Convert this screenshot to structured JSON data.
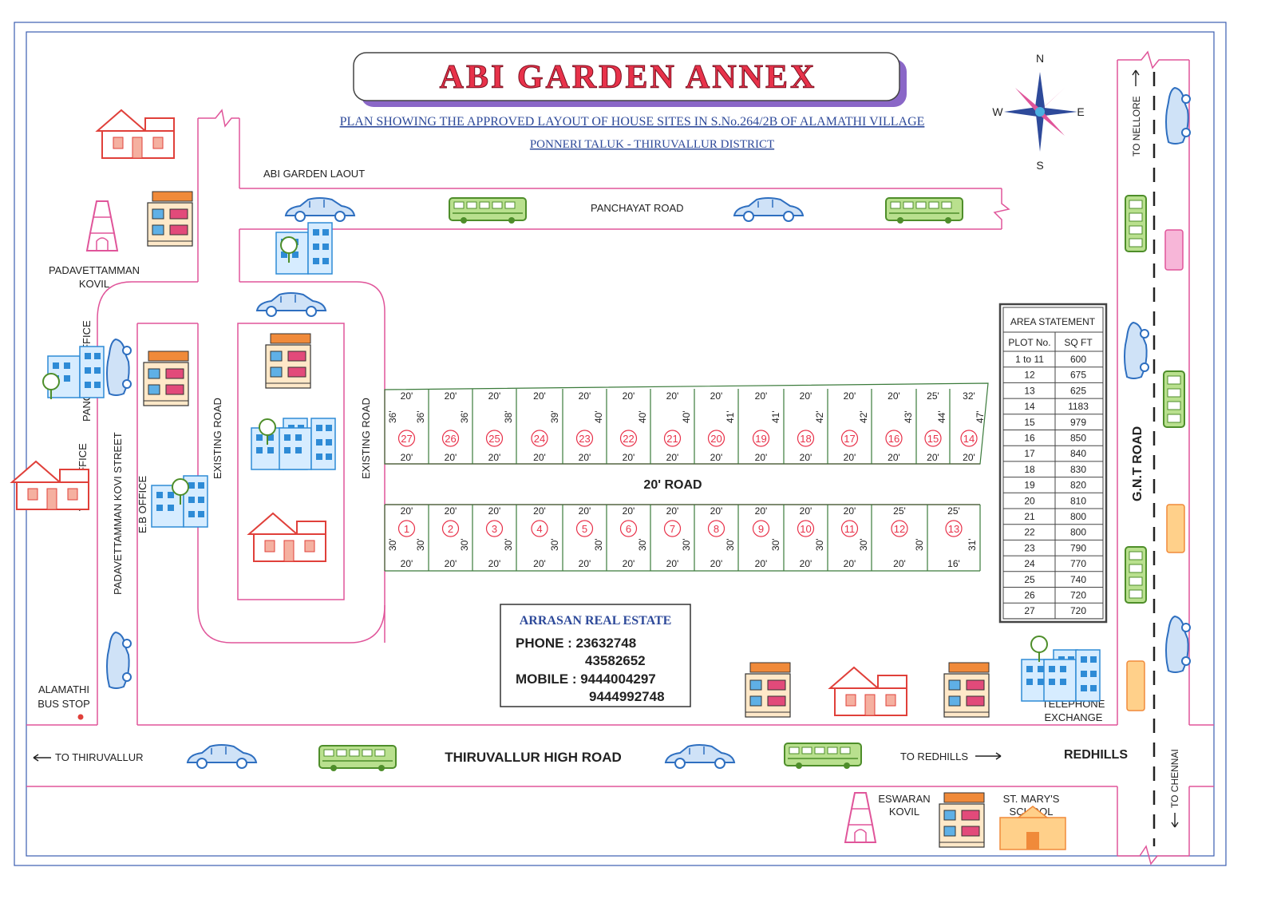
{
  "title": "ABI GARDEN ANNEX",
  "subtitle1": "PLAN SHOWING THE APPROVED LAYOUT OF HOUSE SITES IN S.No.264/2B OF ALAMATHI VILLAGE",
  "subtitle2": "PONNERI TALUK - THIRUVALLUR DISTRICT",
  "compass": {
    "n": "N",
    "s": "S",
    "e": "E",
    "w": "W"
  },
  "labels": {
    "abi_garden_layout": "ABI GARDEN LAOUT",
    "panchayat_road": "PANCHAYAT ROAD",
    "padavettamman_kovil_1": "PADAVETTAMMAN",
    "padavettamman_kovil_2": "KOVIL",
    "panchayat_office": "PANCHAYAT OFFICE",
    "vao_office": "V.A.O OFFICE",
    "padavettamman_street": "PADAVETTAMMAN KOVI STREET",
    "eb_office": "E.B OFFICE",
    "existing_road_1": "EXISTING ROAD",
    "existing_road_2": "EXISTING ROAD",
    "road_20": "20' ROAD",
    "alamathi_1": "ALAMATHI",
    "alamathi_2": "BUS STOP",
    "to_thiruvallur": "TO THIRUVALLUR",
    "thiruvallur_high_road": "THIRUVALLUR HIGH ROAD",
    "to_redhills": "TO REDHILLS",
    "redhills": "REDHILLS",
    "telephone_1": "TELEPHONE",
    "telephone_2": "EXCHANGE",
    "eswaran_1": "ESWARAN",
    "eswaran_2": "KOVIL",
    "st_marys_1": "ST. MARY'S",
    "st_marys_2": "SCHOOL",
    "to_nellore": "TO NELLORE",
    "gnt_road": "G.N.T ROAD",
    "to_chennai": "TO CHENNAI"
  },
  "contact": {
    "company": "ARRASAN REAL ESTATE",
    "phone_label": "PHONE : 23632748",
    "phone2": "43582652",
    "mobile_label": "MOBILE : 9444004297",
    "mobile2": "9444992748"
  },
  "area_statement": {
    "heading": "AREA STATEMENT",
    "col_plot": "PLOT No.",
    "col_sqft": "SQ FT",
    "rows": [
      [
        "1 to 11",
        "600"
      ],
      [
        "12",
        "675"
      ],
      [
        "13",
        "625"
      ],
      [
        "14",
        "1183"
      ],
      [
        "15",
        "979"
      ],
      [
        "16",
        "850"
      ],
      [
        "17",
        "840"
      ],
      [
        "18",
        "830"
      ],
      [
        "19",
        "820"
      ],
      [
        "20",
        "810"
      ],
      [
        "21",
        "800"
      ],
      [
        "22",
        "800"
      ],
      [
        "23",
        "790"
      ],
      [
        "24",
        "770"
      ],
      [
        "25",
        "740"
      ],
      [
        "26",
        "720"
      ],
      [
        "27",
        "720"
      ]
    ]
  },
  "top_row": [
    {
      "plot": "27",
      "top": "20'",
      "bottom": "20'",
      "left": "36'",
      "right": "36'"
    },
    {
      "plot": "26",
      "top": "20'",
      "bottom": "20'",
      "right": "36'"
    },
    {
      "plot": "25",
      "top": "20'",
      "bottom": "20'",
      "right": "38'"
    },
    {
      "plot": "24",
      "top": "20'",
      "bottom": "20'",
      "right": "39'"
    },
    {
      "plot": "23",
      "top": "20'",
      "bottom": "20'",
      "right": "40'"
    },
    {
      "plot": "22",
      "top": "20'",
      "bottom": "20'",
      "right": "40'"
    },
    {
      "plot": "21",
      "top": "20'",
      "bottom": "20'",
      "right": "40'"
    },
    {
      "plot": "20",
      "top": "20'",
      "bottom": "20'",
      "right": "41'"
    },
    {
      "plot": "19",
      "top": "20'",
      "bottom": "20'",
      "right": "41'"
    },
    {
      "plot": "18",
      "top": "20'",
      "bottom": "20'",
      "right": "42'"
    },
    {
      "plot": "17",
      "top": "20'",
      "bottom": "20'",
      "right": "42'"
    },
    {
      "plot": "16",
      "top": "20'",
      "bottom": "20'",
      "right": "43'"
    },
    {
      "plot": "15",
      "top": "25'",
      "bottom": "20'",
      "right": "44'"
    },
    {
      "plot": "14",
      "top": "32'",
      "bottom": "20'",
      "right": "47'"
    }
  ],
  "bottom_row": [
    {
      "plot": "1",
      "top": "20'",
      "bottom": "20'",
      "left": "30'",
      "right": "30'"
    },
    {
      "plot": "2",
      "top": "20'",
      "bottom": "20'",
      "right": "30'"
    },
    {
      "plot": "3",
      "top": "20'",
      "bottom": "20'",
      "right": "30'"
    },
    {
      "plot": "4",
      "top": "20'",
      "bottom": "20'",
      "right": "30'"
    },
    {
      "plot": "5",
      "top": "20'",
      "bottom": "20'",
      "right": "30'"
    },
    {
      "plot": "6",
      "top": "20'",
      "bottom": "20'",
      "right": "30'"
    },
    {
      "plot": "7",
      "top": "20'",
      "bottom": "20'",
      "right": "30'"
    },
    {
      "plot": "8",
      "top": "20'",
      "bottom": "20'",
      "right": "30'"
    },
    {
      "plot": "9",
      "top": "20'",
      "bottom": "20'",
      "right": "30'"
    },
    {
      "plot": "10",
      "top": "20'",
      "bottom": "20'",
      "right": "30'"
    },
    {
      "plot": "11",
      "top": "20'",
      "bottom": "20'",
      "right": "30'"
    },
    {
      "plot": "12",
      "top": "25'",
      "bottom": "20'",
      "right": "30'"
    },
    {
      "plot": "13",
      "top": "25'",
      "bottom": "16'",
      "right": "31'"
    }
  ],
  "colors": {
    "road": "#e0559a",
    "title": "#e8324a",
    "link": "#2e4a9a",
    "plot_line": "#3a7a3a",
    "border": "#3b5db0",
    "vehicle_blue": "#3d7fd0",
    "vehicle_green": "#6aad3a"
  }
}
